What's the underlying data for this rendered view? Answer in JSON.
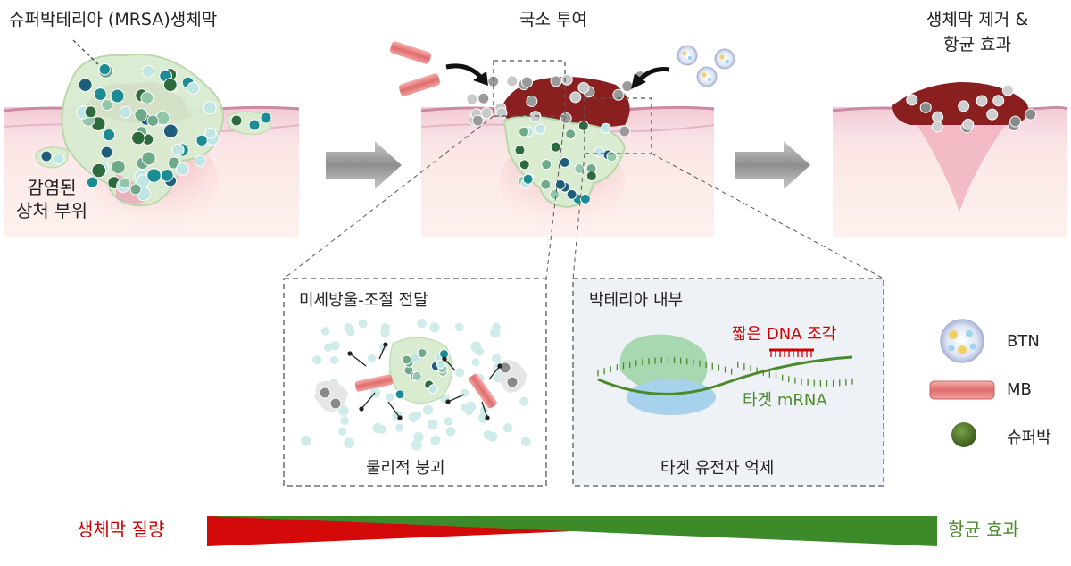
{
  "panels": {
    "left": {
      "title": "슈퍼박테리아 (MRSA)생체막",
      "wound_line1": "감염된",
      "wound_line2": "상처 부위"
    },
    "middle": {
      "title": "국소 투여"
    },
    "right": {
      "title_line1": "생체막 제거 &",
      "title_line2": "항균 효과"
    }
  },
  "inset_left": {
    "title": "미세방울-조절 전달",
    "caption": "물리적 붕괴"
  },
  "inset_right": {
    "title": "박테리아 내부",
    "dna_label": "짧은 DNA 조각",
    "mrna_label": "타겟 mRNA",
    "caption": "타겟 유전자 억제"
  },
  "legend": [
    {
      "label": "BTN",
      "icon": "btn-nanoparticle-icon"
    },
    {
      "label": "MB",
      "icon": "microbubble-icon"
    },
    {
      "label": "슈퍼박",
      "icon": "superbug-icon"
    }
  ],
  "gradient_bar": {
    "left_label": "생체막 질량",
    "right_label": "항균 효과"
  },
  "colors": {
    "red": "#cc0000",
    "green": "#4a8a2a",
    "tissue_pink": "#f6d6d3",
    "skin_top": "#e8b9c8",
    "biofilm": "#d9ecd0",
    "teal": "#1c8c94",
    "darkgreen": "#2e6b3c",
    "lightteal": "#bfe6e4",
    "maroon": "#8a1f1f",
    "gray_particle": "#8a8a8a",
    "mb_pink": "#e88080"
  }
}
